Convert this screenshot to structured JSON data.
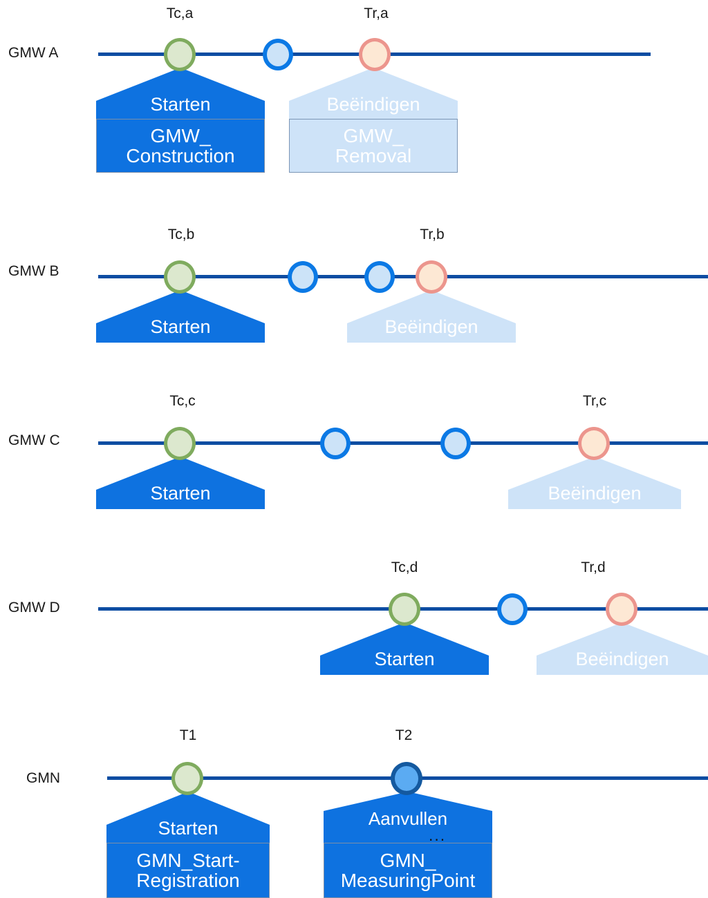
{
  "diagram": {
    "title": "GMW and GMN registration timelines",
    "colors": {
      "timeline": "#0C4DA2",
      "pennant_solid": "#0E72E0",
      "pennant_light": "#CEE3F8",
      "marker_green_border": "#7FAB5E",
      "marker_green_fill": "#DCE8CE",
      "marker_blue_border": "#0B79E5",
      "marker_blue_fill": "#CCE3F8",
      "marker_peach_border": "#EC958D",
      "marker_peach_fill": "#FDE8D4",
      "marker_darkblue_border": "#14599F",
      "marker_darkblue_fill": "#5BABF2",
      "box_border": "#7B8EA8",
      "text_on_fill": "#FFFFFF",
      "text_label": "#1A1A1A"
    }
  },
  "rows": [
    {
      "id": "gmw-a",
      "label": "GMW A",
      "markers": [
        {
          "name": "marker-construction",
          "type": "green"
        },
        {
          "name": "marker-intermediate",
          "type": "blue"
        },
        {
          "name": "marker-removal",
          "type": "peach"
        }
      ],
      "ticks": [
        {
          "name": "tick-tca",
          "text": "Tc,a"
        },
        {
          "name": "tick-tra",
          "text": "Tr,a"
        }
      ],
      "pennants": [
        {
          "name": "pennant-starten",
          "label": "Starten",
          "style": "solid"
        },
        {
          "name": "pennant-beeindigen",
          "label": "Beëindigen",
          "style": "light"
        }
      ],
      "boxes": [
        {
          "name": "box-gmw-construction",
          "line1": "GMW_",
          "line2": "Construction",
          "style": "solid"
        },
        {
          "name": "box-gmw-removal",
          "line1": "GMW_",
          "line2": "Removal",
          "style": "light"
        }
      ]
    },
    {
      "id": "gmw-b",
      "label": "GMW B",
      "markers": [
        {
          "name": "marker-construction",
          "type": "green"
        },
        {
          "name": "marker-intermediate-1",
          "type": "blue"
        },
        {
          "name": "marker-intermediate-2",
          "type": "blue"
        },
        {
          "name": "marker-removal",
          "type": "peach"
        }
      ],
      "ticks": [
        {
          "name": "tick-tcb",
          "text": "Tc,b"
        },
        {
          "name": "tick-trb",
          "text": "Tr,b"
        }
      ],
      "pennants": [
        {
          "name": "pennant-starten",
          "label": "Starten",
          "style": "solid"
        },
        {
          "name": "pennant-beeindigen",
          "label": "Beëindigen",
          "style": "light"
        }
      ],
      "boxes": []
    },
    {
      "id": "gmw-c",
      "label": "GMW C",
      "markers": [
        {
          "name": "marker-construction",
          "type": "green"
        },
        {
          "name": "marker-intermediate-1",
          "type": "blue"
        },
        {
          "name": "marker-intermediate-2",
          "type": "blue"
        },
        {
          "name": "marker-removal",
          "type": "peach"
        }
      ],
      "ticks": [
        {
          "name": "tick-tcc",
          "text": "Tc,c"
        },
        {
          "name": "tick-trc",
          "text": "Tr,c"
        }
      ],
      "pennants": [
        {
          "name": "pennant-starten",
          "label": "Starten",
          "style": "solid"
        },
        {
          "name": "pennant-beeindigen",
          "label": "Beëindigen",
          "style": "light"
        }
      ],
      "boxes": []
    },
    {
      "id": "gmw-d",
      "label": "GMW D",
      "markers": [
        {
          "name": "marker-construction",
          "type": "green"
        },
        {
          "name": "marker-intermediate",
          "type": "blue"
        },
        {
          "name": "marker-removal",
          "type": "peach"
        }
      ],
      "ticks": [
        {
          "name": "tick-tcd",
          "text": "Tc,d"
        },
        {
          "name": "tick-trd",
          "text": "Tr,d"
        }
      ],
      "pennants": [
        {
          "name": "pennant-starten",
          "label": "Starten",
          "style": "solid"
        },
        {
          "name": "pennant-beeindigen",
          "label": "Beëindigen",
          "style": "light"
        }
      ],
      "boxes": []
    },
    {
      "id": "gmn",
      "label": "GMN",
      "markers": [
        {
          "name": "marker-start-registration",
          "type": "green"
        },
        {
          "name": "marker-measuring-point",
          "type": "darkblue"
        }
      ],
      "ticks": [
        {
          "name": "tick-t1",
          "text": "T1"
        },
        {
          "name": "tick-t2",
          "text": "T2"
        }
      ],
      "pennants": [
        {
          "name": "pennant-starten",
          "label": "Starten",
          "style": "solid"
        },
        {
          "name": "pennant-aanvullen",
          "label": "Aanvullen",
          "style": "solid",
          "suffix": "..."
        }
      ],
      "boxes": [
        {
          "name": "box-gmn-startregistration",
          "line1": "GMN_Start-",
          "line2": "Registration",
          "style": "solid"
        },
        {
          "name": "box-gmn-measuringpoint",
          "line1": "GMN_",
          "line2": "MeasuringPoint",
          "style": "solid"
        }
      ]
    }
  ]
}
